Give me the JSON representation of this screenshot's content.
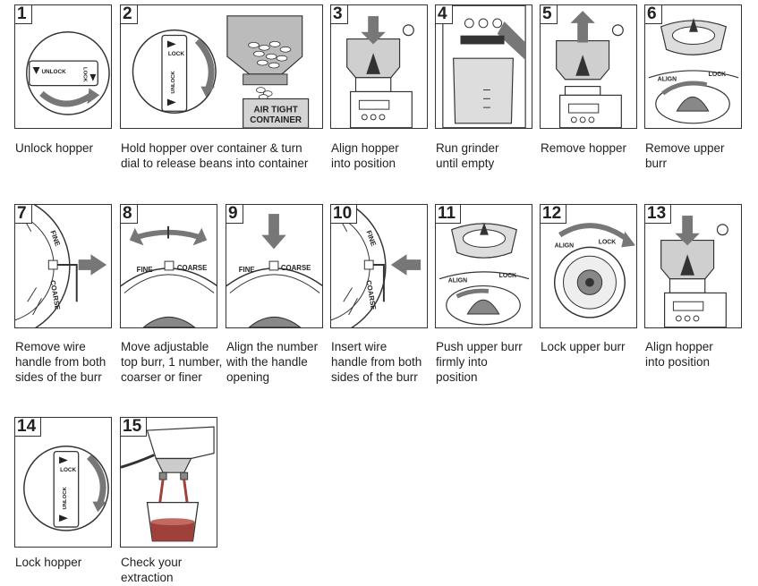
{
  "steps": [
    {
      "number": "1",
      "caption": "Unlock hopper",
      "dial_unlock": "UNLOCK",
      "dial_lock": "LOCK"
    },
    {
      "number": "2",
      "caption": "Hold hopper over container & turn\ndial to release beans into container",
      "dial_lock": "LOCK",
      "dial_unlock": "UNLOCK",
      "container_label_1": "AIR TIGHT",
      "container_label_2": "CONTAINER"
    },
    {
      "number": "3",
      "caption": "Align hopper\ninto position"
    },
    {
      "number": "4",
      "caption": "Run grinder\nuntil empty"
    },
    {
      "number": "5",
      "caption": "Remove hopper"
    },
    {
      "number": "6",
      "caption": "Remove upper\nburr",
      "align_label": "ALIGN",
      "lock_label": "LOCK"
    },
    {
      "number": "7",
      "caption": "Remove wire\nhandle from both\nsides of the burr",
      "fine_label": "FINE",
      "coarse_label": "COARSE"
    },
    {
      "number": "8",
      "caption": "Move adjustable\ntop burr, 1 number,\ncoarser or finer",
      "fine_label": "FINE",
      "coarse_label": "COARSE"
    },
    {
      "number": "9",
      "caption": "Align the number\nwith the handle\nopening",
      "fine_label": "FINE",
      "coarse_label": "COARSE"
    },
    {
      "number": "10",
      "caption": "Insert wire\nhandle from both\nsides of the burr",
      "fine_label": "FINE",
      "coarse_label": "COARSE"
    },
    {
      "number": "11",
      "caption": "Push upper burr\nfirmly into\nposition",
      "align_label": "ALIGN",
      "lock_label": "LOCK"
    },
    {
      "number": "12",
      "caption": "Lock upper burr",
      "align_label": "ALIGN",
      "lock_label": "LOCK"
    },
    {
      "number": "13",
      "caption": "Align hopper\ninto position"
    },
    {
      "number": "14",
      "caption": "Lock hopper",
      "dial_lock": "LOCK",
      "dial_unlock": "UNLOCK"
    },
    {
      "number": "15",
      "caption": "Check your\nextraction"
    }
  ],
  "colors": {
    "line": "#333333",
    "gray_arrow": "#777777",
    "light_gray": "#cfcfcf",
    "coffee": "#a0403a"
  }
}
